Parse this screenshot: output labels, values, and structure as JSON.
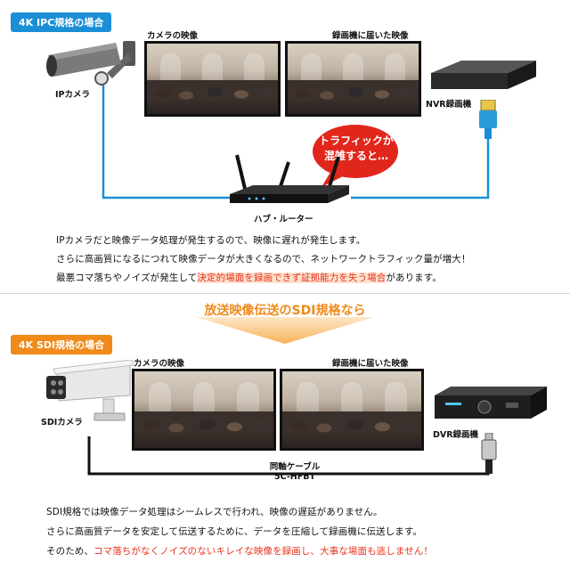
{
  "ipc_section": {
    "badge": "4K IPC規格の場合",
    "camera_label": "IPカメラ",
    "frame_left_caption": "カメラの映像",
    "frame_right_caption": "録画機に届いた映像",
    "recorder_label": "NVR録画機",
    "router_label": "ハブ・ルーター",
    "bubble_line1": "トラフィックが",
    "bubble_line2": "混雑すると…",
    "desc_line1": "IPカメラだと映像データ処理が発生するので、映像に遅れが発生します。",
    "desc_line2": "さらに高画質になるにつれて映像データが大きくなるので、ネットワークトラフィック量が増大！",
    "desc_line3_pre": "最悪コマ落ちやノイズが発生して",
    "desc_line3_hl": "決定的場面を録画できず証拠能力を失う場合",
    "desc_line3_post": "があります。",
    "cable_color": "#1a8fd6"
  },
  "transition_banner": "放送映像伝送のSDI規格なら",
  "sdi_section": {
    "badge": "4K SDI規格の場合",
    "camera_label": "SDIカメラ",
    "frame_left_caption": "カメラの映像",
    "frame_right_caption": "録画機に届いた映像",
    "recorder_label": "DVR録画機",
    "cable_label_line1": "同軸ケーブル",
    "cable_label_line2": "5C-HFBT",
    "desc_line1": "SDI規格では映像データ処理はシームレスで行われ、映像の遅延がありません。",
    "desc_line2": "さらに高画質データを安定して伝送するために、データを圧縮して録画機に伝送します。",
    "desc_line3_pre": "そのため、",
    "desc_line3_hl": "コマ落ちがなくノイズのないキレイな映像を録画し、大事な場面も逃しません！",
    "cable_color": "#111111"
  },
  "colors": {
    "accent_blue": "#1a8fd6",
    "accent_orange": "#ef8a1b",
    "alert_red": "#e1261c"
  },
  "icons": [
    "ip-camera-icon",
    "router-icon",
    "nvr-recorder-icon",
    "lan-plug-icon",
    "sdi-camera-icon",
    "dvr-recorder-icon",
    "bnc-connector-icon",
    "down-arrow-icon"
  ]
}
